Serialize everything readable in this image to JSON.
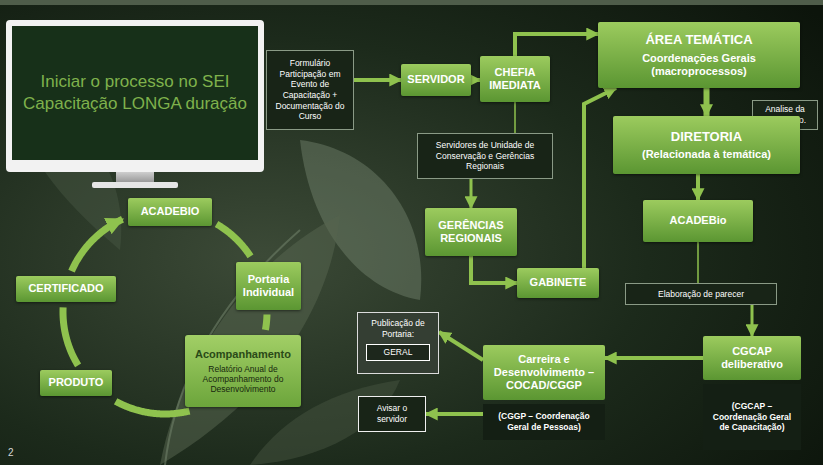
{
  "diagram": {
    "nodes": [
      {
        "text": [
          "Iniciar o processo no SEI Capacitação LONGA duração"
        ]
      },
      {
        "text": [
          "Formulário Participação em Evento de Capacitação + Documentação do Curso"
        ]
      },
      {
        "text": [
          "SERVIDOR"
        ]
      },
      {
        "text": [
          "CHEFIA IMEDIATA"
        ]
      },
      {
        "text": [
          "ÁREA TEMÁTICA",
          "Coordenações Gerais (macroprocessos)"
        ]
      },
      {
        "text": [
          "Analise da solicitação."
        ]
      },
      {
        "text": [
          "Servidores de Unidade de Conservação e Gerências Regionais"
        ]
      },
      {
        "text": [
          "DIRETORIA",
          "(Relacionada à temática)"
        ]
      },
      {
        "text": [
          "GERÊNCIAS REGIONAIS"
        ]
      },
      {
        "text": [
          "GABINETE"
        ]
      },
      {
        "text": [
          "ACADEBio"
        ]
      },
      {
        "text": [
          "Elaboração de parecer"
        ]
      },
      {
        "text": [
          "CGCAP deliberativo",
          "(CGCAP – Coordenação Geral de Capacitação)"
        ]
      },
      {
        "text": [
          "Carreira e Desenvolvimento – COCAD/CGGP",
          "(CGGP – Coordenação Geral de Pessoas)"
        ]
      },
      {
        "text": [
          "Publicação de Portaria:"
        ]
      },
      {
        "text": [
          "GERAL"
        ],
        "in": 14
      },
      {
        "text": [
          "Avisar o servidor"
        ]
      },
      {
        "text": [
          "ACADEBIO"
        ]
      },
      {
        "text": [
          "Portaria Individual"
        ]
      },
      {
        "text": [
          "Acompanhamento",
          "Relatório Anual de Acompanhamento do Desenvolvimento"
        ]
      },
      {
        "text": [
          "PRODUTO"
        ]
      },
      {
        "text": [
          "CERTIFICADO"
        ]
      }
    ],
    "edges": [
      {
        "from": 1,
        "to": 2,
        "arrow": "to"
      },
      {
        "from": 2,
        "to": 3,
        "arrow": "to"
      },
      {
        "from": 3,
        "to": 4,
        "arrow": "to"
      },
      {
        "from": 3,
        "to": 6,
        "arrow": "none"
      },
      {
        "from": 6,
        "to": 8,
        "arrow": "to"
      },
      {
        "from": 8,
        "to": 9,
        "arrow": "to"
      },
      {
        "from": 9,
        "to": 4,
        "arrow": "to"
      },
      {
        "from": 4,
        "to": 7,
        "arrow": "to"
      },
      {
        "from": 7,
        "to": 10,
        "arrow": "to"
      },
      {
        "from": 10,
        "to": 11,
        "arrow": "none"
      },
      {
        "from": 11,
        "to": 12,
        "arrow": "to"
      },
      {
        "from": 12,
        "to": 13,
        "arrow": "to"
      },
      {
        "from": 13,
        "to": 14,
        "arrow": "to"
      },
      {
        "from": 13,
        "to": 16,
        "arrow": "to"
      },
      {
        "from": 17,
        "to": 18,
        "arrow": "none"
      },
      {
        "from": 18,
        "to": 19,
        "arrow": "none"
      },
      {
        "from": 19,
        "to": 20,
        "arrow": "none"
      },
      {
        "from": 20,
        "to": 21,
        "arrow": "none"
      },
      {
        "from": 21,
        "to": 17,
        "arrow": "to"
      }
    ],
    "labels": [
      "2"
    ]
  }
}
